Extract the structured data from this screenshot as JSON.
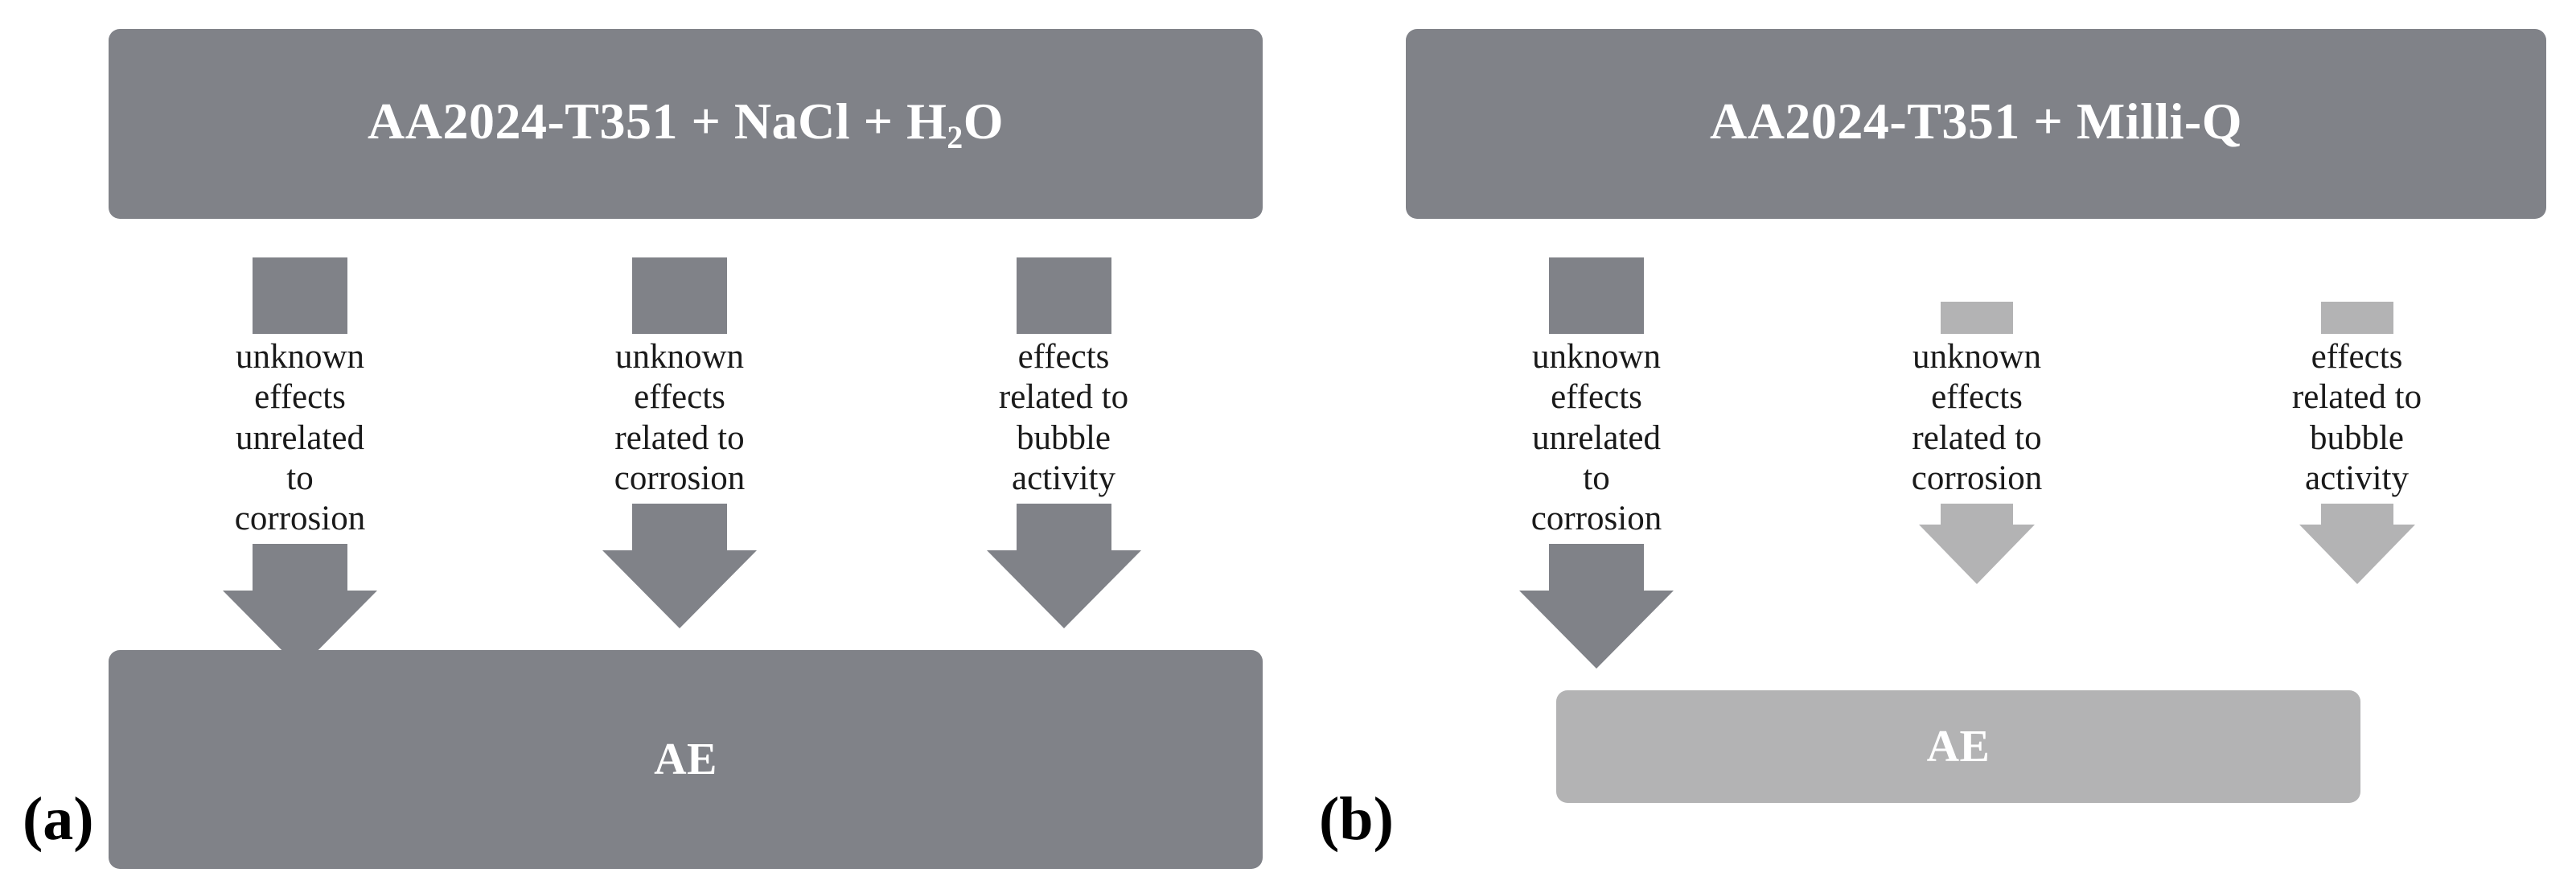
{
  "figure": {
    "background": "#ffffff",
    "colors": {
      "dark_gray": "#808288",
      "light_gray": "#b3b3b4",
      "text_dark": "#1a1a1a",
      "text_on_box": "#ffffff"
    }
  },
  "panels": [
    {
      "letter": "(a)",
      "header": {
        "text_main": "AA2024-T351 + NaCl + H",
        "text_sub": "2",
        "text_tail": "O",
        "full_text": "AA2024-T351 + NaCl + H2O",
        "shade": "dark"
      },
      "columns": [
        {
          "label": "unknown effects\nunrelated to\ncorrosion",
          "stem_shade": "dark",
          "arrow_shade": "dark",
          "magnitude": "large"
        },
        {
          "label": "unknown effects\nrelated to\ncorrosion",
          "stem_shade": "dark",
          "arrow_shade": "dark",
          "magnitude": "large"
        },
        {
          "label": "effects\nrelated to\nbubble activity",
          "stem_shade": "dark",
          "arrow_shade": "dark",
          "magnitude": "large"
        }
      ],
      "output": {
        "text": "AE",
        "shade": "dark"
      }
    },
    {
      "letter": "(b)",
      "header": {
        "text_main": "AA2024-T351 + Milli-Q",
        "text_sub": "",
        "text_tail": "",
        "full_text": "AA2024-T351 + Milli-Q",
        "shade": "dark"
      },
      "columns": [
        {
          "label": "unknown effects\nunrelated to\ncorrosion",
          "stem_shade": "dark",
          "arrow_shade": "dark",
          "magnitude": "large"
        },
        {
          "label": "unknown effects\nrelated to\ncorrosion",
          "stem_shade": "light",
          "arrow_shade": "light",
          "magnitude": "small"
        },
        {
          "label": "effects\nrelated to\nbubble activity",
          "stem_shade": "light",
          "arrow_shade": "light",
          "magnitude": "small"
        }
      ],
      "output": {
        "text": "AE",
        "shade": "light"
      }
    }
  ]
}
